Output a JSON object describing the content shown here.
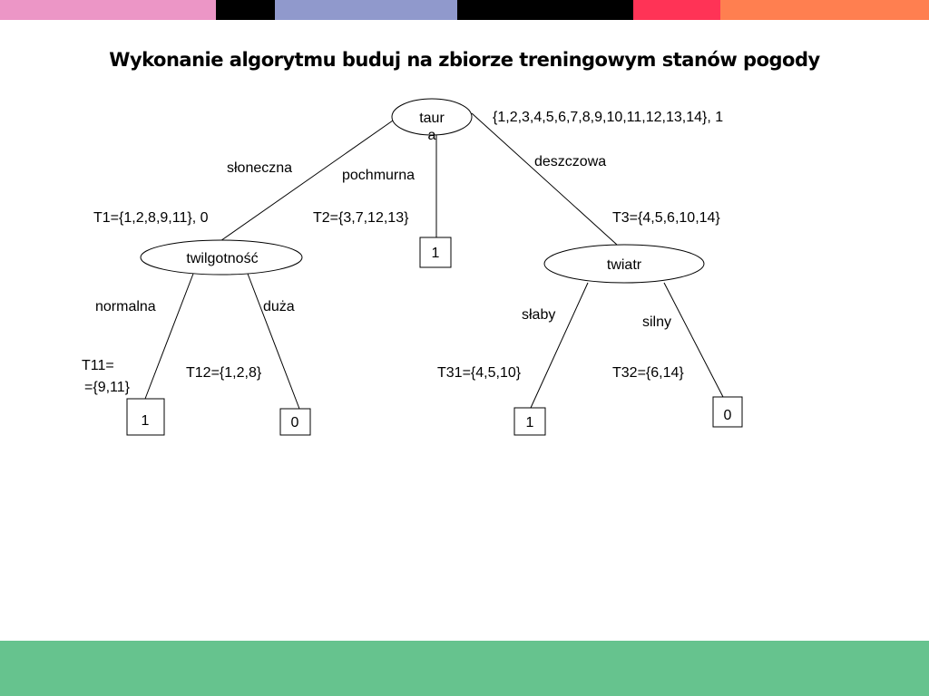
{
  "colors": {
    "stripes": [
      "#ec96c6",
      "#000000",
      "#9099cc",
      "#000000",
      "#ff3356",
      "#ff7f50"
    ],
    "footer": "#66c38e"
  },
  "title": "Wykonanie algorytmu buduj na zbiorze treningowym stanów pogody",
  "tree": {
    "root": {
      "label_line1": "taur",
      "label_line2": "a",
      "set": "{1,2,3,4,5,6,7,8,9,10,11,12,13,14},  1"
    },
    "branches": {
      "sloneczna": "słoneczna",
      "pochmurna": "pochmurna",
      "deszczowa": "deszczowa",
      "normalna": "normalna",
      "duza": "duża",
      "slaby": "słaby",
      "silny": "silny"
    },
    "sets": {
      "t1": "T1={1,2,8,9,11},  0",
      "t2": "T2={3,7,12,13}",
      "t3": "T3={4,5,6,10,14}",
      "t11_line1": "T11=",
      "t11_line2": "={9,11}",
      "t12": "T12={1,2,8}",
      "t31": "T31={4,5,10}",
      "t32": "T32={6,14}"
    },
    "nodes": {
      "twilgotnosc": "twilgotność",
      "twiatr": "twiatr"
    },
    "leaves": {
      "pochmurna": "1",
      "normalna": "1",
      "duza": "0",
      "slaby": "1",
      "silny": "0"
    }
  }
}
